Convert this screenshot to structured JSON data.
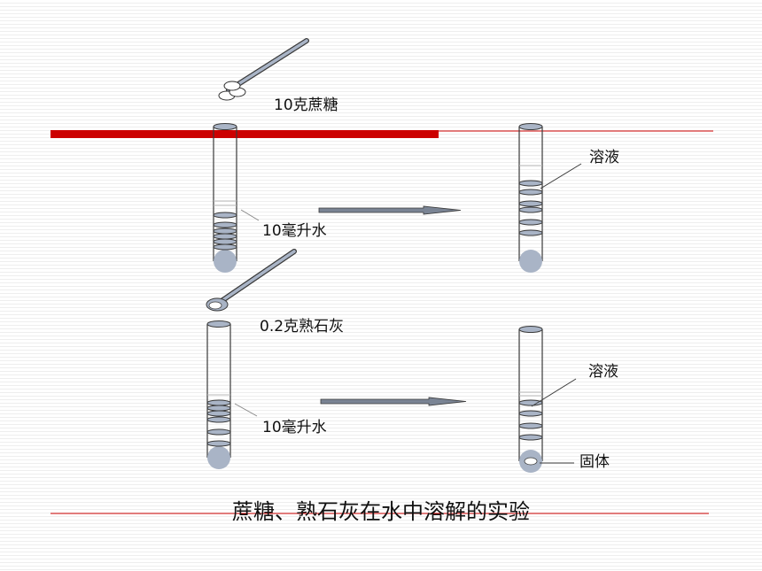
{
  "labels": {
    "sugar_amount": "10克蔗糖",
    "water_top": "10毫升水",
    "solution_top": "溶液",
    "lime_amount": "0.2克熟石灰",
    "water_bottom": "10毫升水",
    "solution_bottom": "溶液",
    "solid": "固体"
  },
  "title": "蔗糖、熟石灰在水中溶解的实验",
  "colors": {
    "accent_bar": "#cc0000",
    "tube_fill": "#a9b4c6",
    "tube_outline": "#3a3a3a",
    "arrow": "#7a8494"
  }
}
